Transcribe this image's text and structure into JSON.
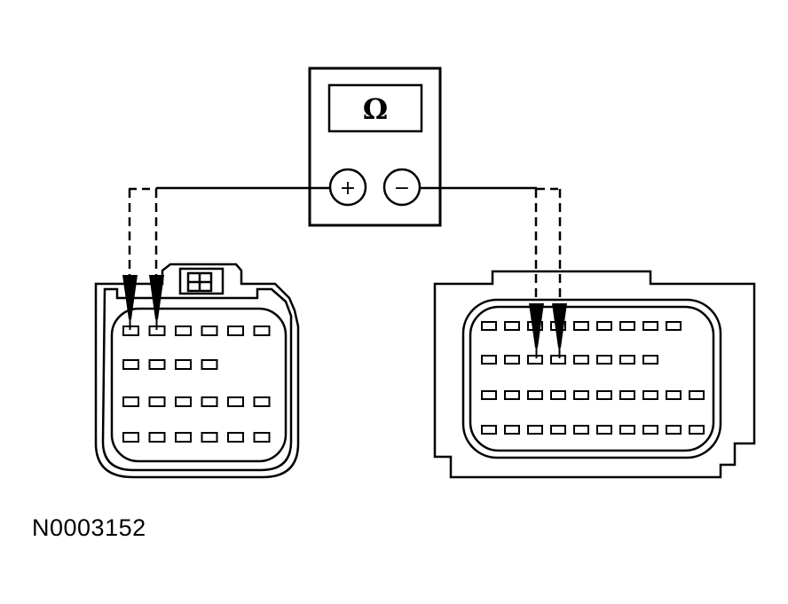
{
  "meter": {
    "display_symbol": "Ω",
    "positive_terminal": "+",
    "negative_terminal": "−"
  },
  "figure_id": "N0003152",
  "connector_left": {
    "pin_rows": [
      6,
      4,
      6,
      6
    ]
  },
  "connector_right": {
    "pin_rows": [
      9,
      8,
      10,
      10
    ]
  },
  "colors": {
    "line": "#000000",
    "background": "#ffffff"
  }
}
